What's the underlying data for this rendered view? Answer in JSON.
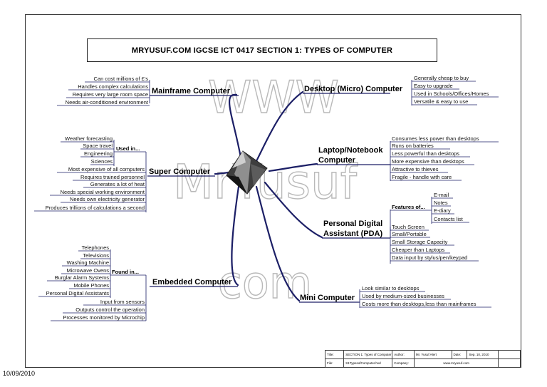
{
  "title": "MRYUSUF.COM IGCSE ICT 0417 SECTION 1: TYPES OF COMPUTER",
  "watermark": [
    "WWW",
    "MrYusuf",
    "com"
  ],
  "branches": {
    "mainframe": {
      "label": "Mainframe Computer",
      "items": [
        "Can cost millions of £'s",
        "Handles complex calculations",
        "Requires very large room space",
        "Needs air-conditioned environment"
      ]
    },
    "super": {
      "label": "Super Computer",
      "used_label": "Used in...",
      "used_items": [
        "Weather forecasting",
        "Space travel",
        "Engineering",
        "Sciences"
      ],
      "items": [
        "Most expensive of all computers",
        "Requires trained personnel",
        "Generates a lot of heat",
        "Needs special working environment",
        "Needs own electricity generator",
        "Produces trillions of calculations a second"
      ]
    },
    "embedded": {
      "label": "Embedded Computer",
      "found_label": "Found in...",
      "found_items": [
        "Telephones",
        "Televisions",
        "Washing Machine",
        "Microwave Ovens",
        "Burglar Alarm Systems",
        "Mobile Phones",
        "Personal Digital Assistants"
      ],
      "items": [
        "Input from sensors",
        "Outputs control the operation",
        "Processes monitored by Microchip"
      ]
    },
    "desktop": {
      "label": "Desktop (Micro) Computer",
      "items": [
        "Generally cheap to buy",
        "Easy to upgrade",
        "Used in Schools/Offices/Homes",
        "Versatile & easy to use"
      ]
    },
    "laptop": {
      "label_line1": "Laptop/Notebook",
      "label_line2": "Computer",
      "items": [
        "Consumes less power than desktops",
        "Runs on batteries",
        "Less powerful than desktops",
        "More expensive than desktops",
        "Attractive to thieves",
        "Fragile - handle with care"
      ]
    },
    "pda": {
      "label_line1": "Personal Digital",
      "label_line2": "Assistant (PDA)",
      "features_label": "Features of...",
      "features_items": [
        "E-mail",
        "Notes",
        "E-diary",
        "Contacts list"
      ],
      "items": [
        "Touch Screen",
        "Small/Portable",
        "Small Storage Capacity",
        "Cheaper than Laptops",
        "Data input by stylus/pen/keypad"
      ]
    },
    "mini": {
      "label": "Mini Computer",
      "items": [
        "Look similar to desktops",
        "Used by medium-sized businesses",
        "Costs more than desktops,less than mainframes"
      ]
    }
  },
  "footer": {
    "title_label": "Title:",
    "title_value": "SECTION 1: Types of Computer",
    "author_label": "Author:",
    "author_value": "Mr. Yusuf Alert",
    "date_label": "Date:",
    "date_value": "Sep. 10, 2010",
    "file_label": "File:",
    "file_value": "S1TypesofComputer.hvd",
    "company_label": "Company:",
    "company_value": "www.mryusuf.com"
  },
  "date_stamp": "10/09/2010",
  "colors": {
    "branch": "#1c1f66",
    "frame": "#333333",
    "watermark": "#b9b9b9"
  }
}
